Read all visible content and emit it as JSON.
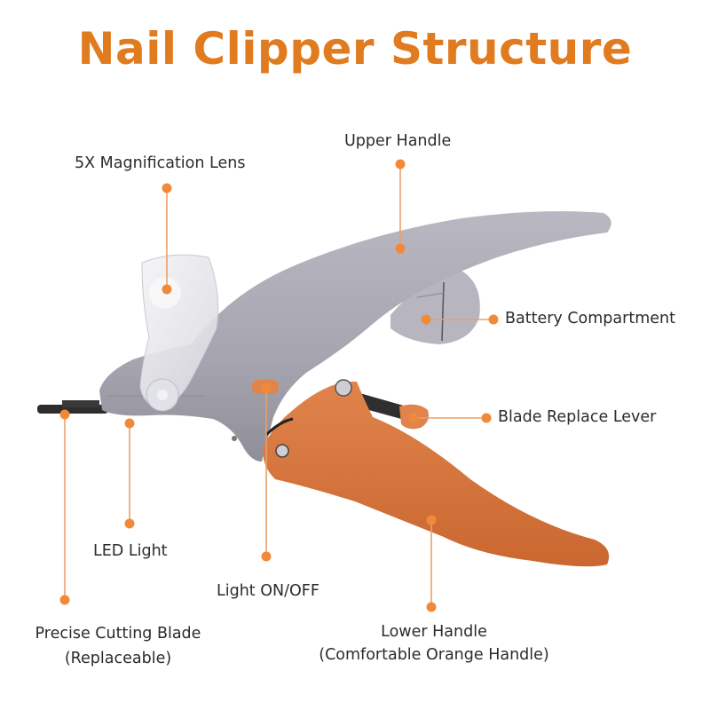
{
  "title": "Nail Clipper Structure",
  "colors": {
    "accent": "#E07B1F",
    "callout": "#F08A3A",
    "leader": "#E9A06A",
    "body_gray": "#A9A8B3",
    "handle_orange": "#D9763E",
    "text": "#2B2B2B"
  },
  "callouts": {
    "lens": {
      "label": "5X Magnification Lens"
    },
    "upper_handle": {
      "label": "Upper Handle"
    },
    "battery": {
      "label": "Battery Compartment"
    },
    "blade_lever": {
      "label": "Blade Replace Lever"
    },
    "led": {
      "label": "LED Light"
    },
    "switch": {
      "label": "Light ON/OFF"
    },
    "blade": {
      "label": "Precise Cutting Blade",
      "sublabel": "(Replaceable)"
    },
    "lower_handle": {
      "label": "Lower Handle",
      "sublabel": "(Comfortable Orange Handle)"
    }
  }
}
